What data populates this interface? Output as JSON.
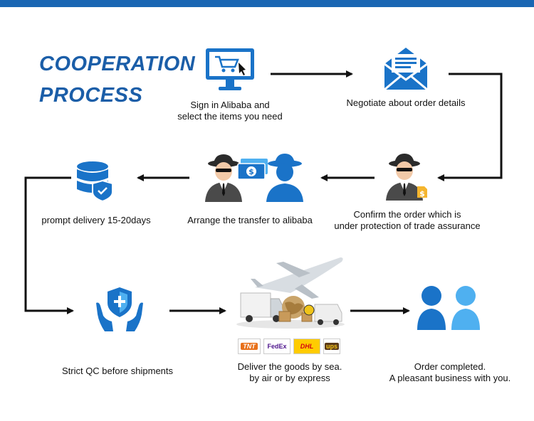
{
  "title": {
    "line1": "COOPERATION",
    "line2": "PROCESS"
  },
  "steps": {
    "sign_in": {
      "line1": "Sign in Alibaba and",
      "line2": "select the items you need"
    },
    "negotiate": {
      "line1": "Negotiate about order details"
    },
    "confirm": {
      "line1": "Confirm the order which is",
      "line2": "under protection of trade assurance"
    },
    "transfer": {
      "line1": "Arrange the transfer to alibaba"
    },
    "delivery": {
      "line1": "prompt delivery 15-20days"
    },
    "qc": {
      "line1": "Strict QC before shipments"
    },
    "deliver": {
      "line1": "Deliver the goods by sea.",
      "line2": "by air or by express"
    },
    "completed": {
      "line1": "Order completed.",
      "line2": "A pleasant business with you."
    }
  },
  "carriers": {
    "tnt": "TNT",
    "fedex": "FedEx",
    "dhl": "DHL",
    "ups": "ups"
  },
  "icons": {
    "computer": "computer-cart-icon",
    "mail": "envelope-icon",
    "agent": "agent-icon",
    "money": "money-icon",
    "database": "database-shield-icon",
    "qc": "hands-shield-icon",
    "logistics": "logistics-icon",
    "people": "people-icon"
  },
  "colors": {
    "accent": "#1b5ea8",
    "icon_blue": "#1a73c8",
    "light_blue": "#4fb0f0",
    "bar": "#1a66b3"
  }
}
